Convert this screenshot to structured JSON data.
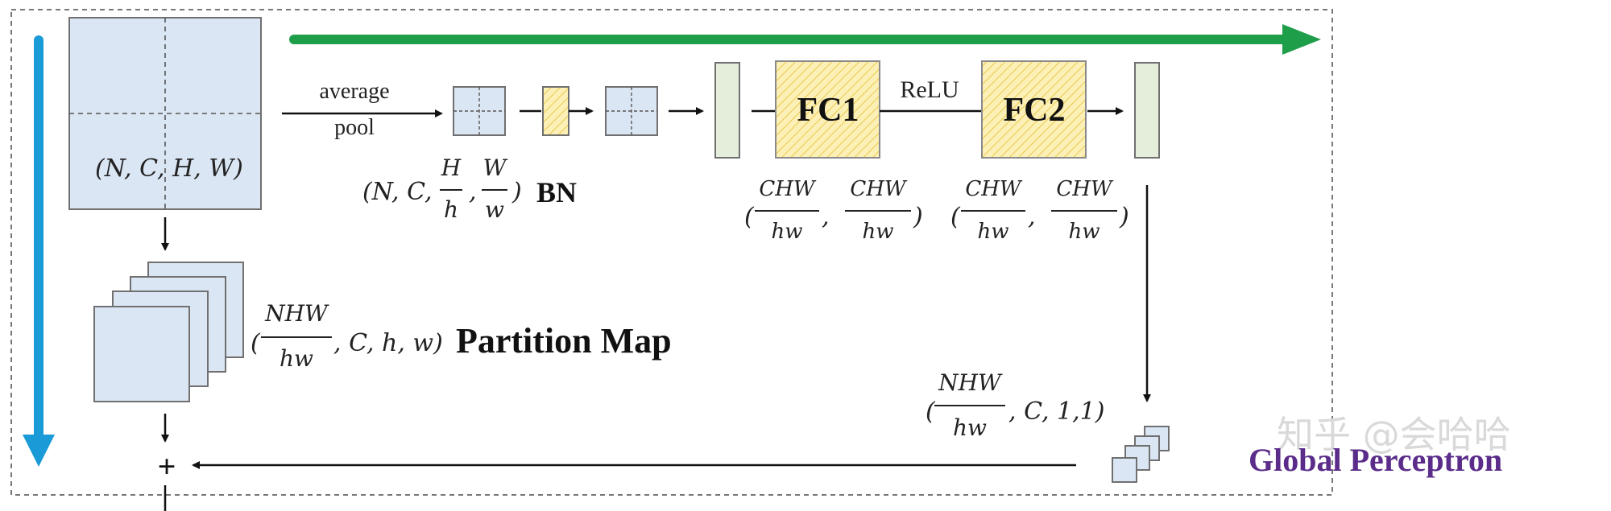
{
  "input": {
    "shape": "(N, C, H, W)"
  },
  "pool": {
    "line1": "average",
    "line2": "pool"
  },
  "pooled": {
    "prefix": "(N, C, ",
    "f1_num": "H",
    "f1_den": "h",
    "sep": ",",
    "f2_num": "W",
    "f2_den": "w",
    "suffix": ")",
    "bn": "BN"
  },
  "fc1": {
    "label": "FC1",
    "num1": "CHW",
    "den1": "hw",
    "num2": "CHW",
    "den2": "hw"
  },
  "fc2": {
    "label": "FC2",
    "num1": "CHW",
    "den1": "hw",
    "num2": "CHW",
    "den2": "hw"
  },
  "relu": "ReLU",
  "partition": {
    "num": "NHW",
    "den": "hw",
    "rest": ", C, h, w)",
    "title": "Partition Map"
  },
  "output": {
    "num": "NHW",
    "den": "hw",
    "rest": ", C, 1,1)"
  },
  "plus": "+",
  "caption": "Global Perceptron",
  "watermark": "知乎 @会哈哈",
  "colors": {
    "block_fill": "#dbe6f4",
    "block_stroke": "#707070",
    "fc_fill": "#fdf0b6",
    "vector_fill": "#e4eedb",
    "green_arrow": "#1f9e4a",
    "blue_arrow": "#1a9bd8",
    "caption": "#5b2c8a"
  }
}
